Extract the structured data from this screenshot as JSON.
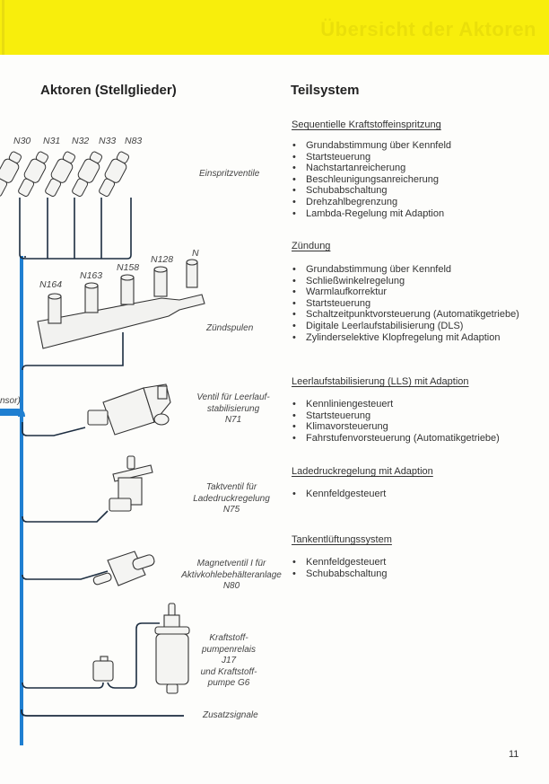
{
  "banner": {
    "title": "Übersicht der Aktoren",
    "color": "#f8ee0c"
  },
  "headings": {
    "left": "Aktoren (Stellglieder)",
    "right": "Teilsystem"
  },
  "actuators": {
    "injectors": {
      "codes": [
        "N30",
        "N31",
        "N32",
        "N33",
        "N83"
      ],
      "label": "Einspritzventile"
    },
    "ignition_coils": {
      "codes": [
        "N164",
        "N163",
        "N158",
        "N128",
        "N"
      ],
      "label": "Zündspulen"
    },
    "idle_valve": {
      "label_lines": [
        "Ventil für Leerlauf-",
        "stabilisierung",
        "N71"
      ]
    },
    "boost_valve": {
      "label_lines": [
        "Taktventil für",
        "Ladedruckregelung",
        "N75"
      ]
    },
    "canister_valve": {
      "label_lines": [
        "Magnetventil I für",
        "Aktivkohlebehälteranlage",
        "N80"
      ]
    },
    "fuel_pump": {
      "label_lines": [
        "Kraftstoff-",
        "pumpenrelais",
        "J17",
        "und Kraftstoff-",
        "pumpe G6"
      ]
    },
    "extra_signals": {
      "label": "Zusatzsignale"
    },
    "cut_off_label": "nsor)"
  },
  "subsystems": [
    {
      "title": "Sequentielle Kraftstoffeinspritzung",
      "items": [
        "Grundabstimmung über Kennfeld",
        "Startsteuerung",
        "Nachstartanreicherung",
        "Beschleunigungsanreicherung",
        "Schubabschaltung",
        "Drehzahlbegrenzung",
        "Lambda-Regelung mit Adaption"
      ]
    },
    {
      "title": "Zündung",
      "items": [
        "Grundabstimmung über Kennfeld",
        "Schließwinkelregelung",
        "Warmlaufkorrektur",
        "Startsteuerung",
        "Schaltzeitpunktvorsteuerung (Automatikgetriebe)",
        "Digitale Leerlaufstabilisierung (DLS)",
        "Zylinderselektive Klopfregelung mit Adaption"
      ]
    },
    {
      "title": "Leerlaufstabilisierung (LLS) mit Adaption",
      "items": [
        "Kennliniengesteuert",
        "Startsteuerung",
        "Klimavorsteuerung",
        "Fahrstufenvorsteuerung (Automatikgetriebe)"
      ]
    },
    {
      "title": "Ladedruckregelung mit Adaption",
      "items": [
        "Kennfeldgesteuert"
      ]
    },
    {
      "title": "Tankentlüftungssystem",
      "items": [
        "Kennfeldgesteuert",
        "Schubabschaltung"
      ]
    }
  ],
  "colors": {
    "bus": "#1f7fd1",
    "wire": "#1c2d40"
  },
  "page_number": "11"
}
